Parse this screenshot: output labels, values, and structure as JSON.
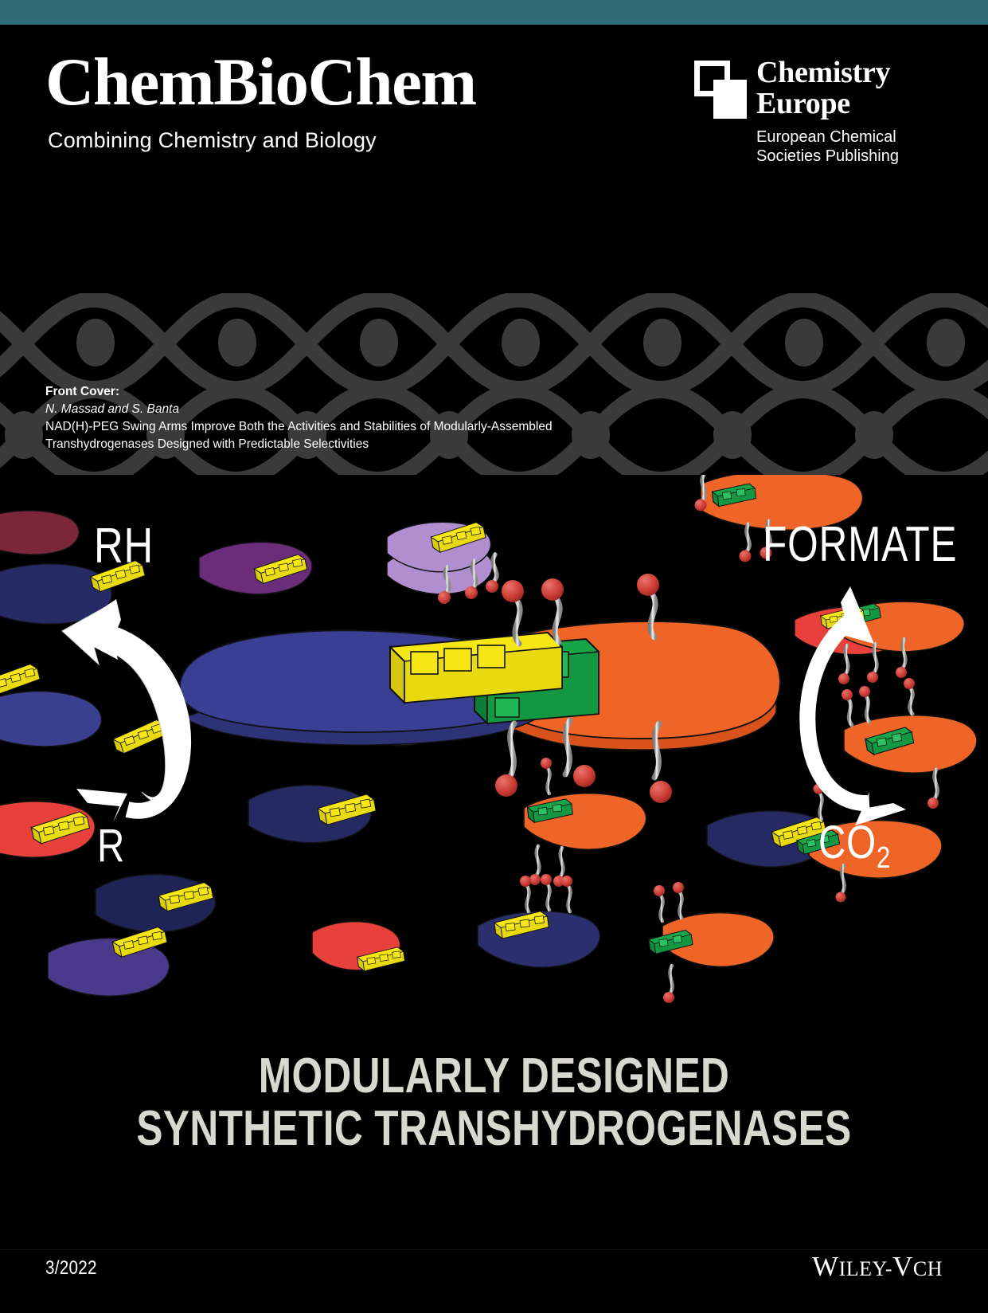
{
  "theme": {
    "background": "#000000",
    "accent_bar": "#2d6b75",
    "text_white": "#ffffff",
    "headline_color": "#d8d8d0",
    "pattern_gray": "#3a3a3a"
  },
  "masthead": {
    "journal_title": "ChemBioChem",
    "tagline": "Combining Chemistry and Biology"
  },
  "publisher_logo": {
    "line1": "Chemistry",
    "line2": "Europe",
    "subtitle_line1": "European Chemical",
    "subtitle_line2": "Societies Publishing",
    "mark": "two-squares-logo"
  },
  "cover_caption": {
    "label": "Front Cover:",
    "authors": "N. Massad and S. Banta",
    "title_line1": "NAD(H)-PEG Swing Arms Improve Both the Activities and Stabilities of Modularly-Assembled",
    "title_line2": "Transhydrogenases Designed with Predictable Selectivities"
  },
  "artwork": {
    "description": "Modular lego-brick enzyme assembly on black background",
    "labels": {
      "top_left": "RH",
      "mid_left": "R",
      "top_right": "FORMATE",
      "bottom_right_main": "CO",
      "bottom_right_sub": "2"
    },
    "colors": {
      "blue_blob": "#3a3f93",
      "orange_blob": "#ef6427",
      "green_brick": "#17a54a",
      "yellow_brick": "#f5e614",
      "red_sphere": "#d9453f",
      "tether_gray": "#cfcfcf",
      "purple_blob": "#6b2d7a",
      "light_purple_blob": "#b08ed0",
      "navy_blob": "#252a63",
      "dark_navy_blob": "#1b1f4f",
      "red_blob": "#e8413c",
      "brown_blob": "#5a3327",
      "indigo_blob": "#4a3a8c",
      "arrow_white": "#ffffff"
    }
  },
  "headline": {
    "line1": "MODULARLY DESIGNED",
    "line2": "SYNTHETIC TRANSHYDROGENASES"
  },
  "footer": {
    "issue": "3/2022",
    "publisher_big": "W",
    "publisher_rest": "ILEY",
    "publisher_sep": "-",
    "publisher_vch_big": "V",
    "publisher_vch_rest": "CH",
    "publisher_full": "WILEY-VCH"
  }
}
